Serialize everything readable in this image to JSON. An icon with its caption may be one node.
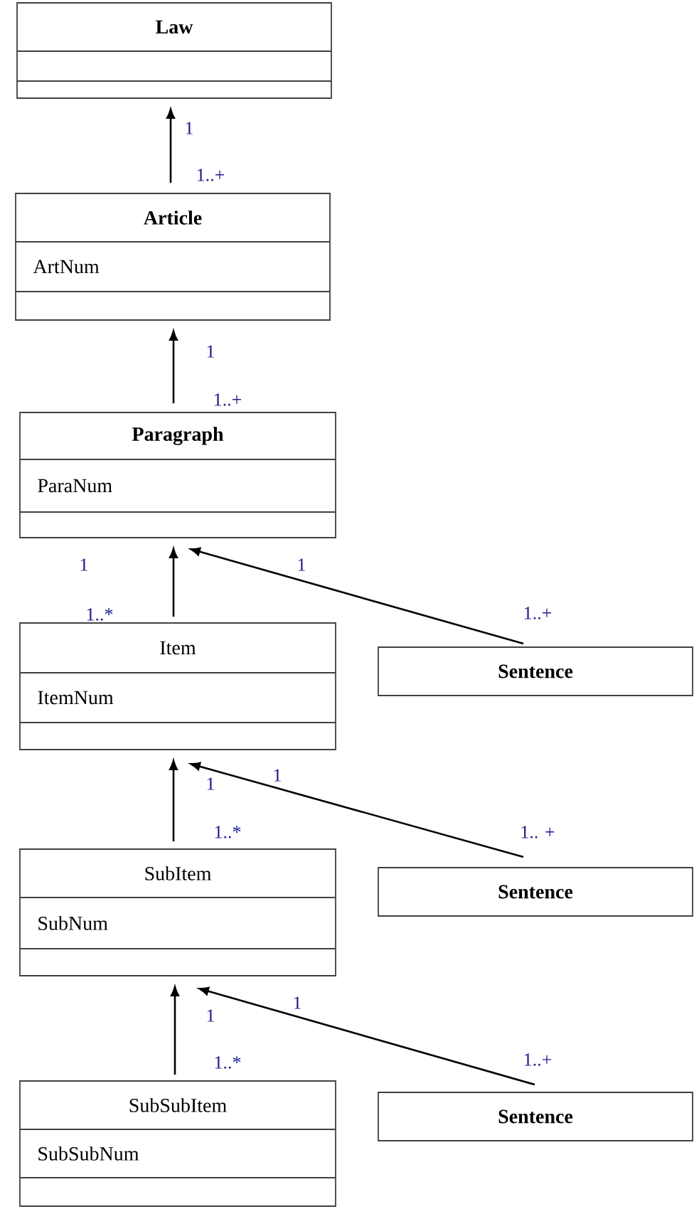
{
  "diagram": {
    "nodes": [
      {
        "text": [
          "Law"
        ]
      },
      {
        "text": [
          "Article",
          "ArtNum"
        ]
      },
      {
        "text": [
          "Paragraph",
          "ParaNum"
        ]
      },
      {
        "text": [
          "Item",
          "ItemNum"
        ]
      },
      {
        "text": [
          "Sentence"
        ]
      },
      {
        "text": [
          "SubItem",
          "SubNum"
        ]
      },
      {
        "text": [
          "Sentence"
        ]
      },
      {
        "text": [
          "SubSubItem",
          "SubSubNum"
        ]
      },
      {
        "text": [
          "Sentence"
        ]
      }
    ],
    "edges": [
      {
        "from": 1,
        "to": 0,
        "arrow": "to"
      },
      {
        "from": 2,
        "to": 1,
        "arrow": "to"
      },
      {
        "from": 3,
        "to": 2,
        "arrow": "to"
      },
      {
        "from": 4,
        "to": 2,
        "arrow": "to"
      },
      {
        "from": 5,
        "to": 3,
        "arrow": "to"
      },
      {
        "from": 6,
        "to": 3,
        "arrow": "to"
      },
      {
        "from": 7,
        "to": 5,
        "arrow": "to"
      },
      {
        "from": 8,
        "to": 5,
        "arrow": "to"
      }
    ],
    "labels": [
      "1",
      "1..+",
      "1",
      "1..+",
      "1",
      "1",
      "1..*",
      "1..+",
      "1",
      "1",
      "1..*",
      "1.. +",
      "1",
      "1",
      "1..*",
      "1..+"
    ]
  }
}
